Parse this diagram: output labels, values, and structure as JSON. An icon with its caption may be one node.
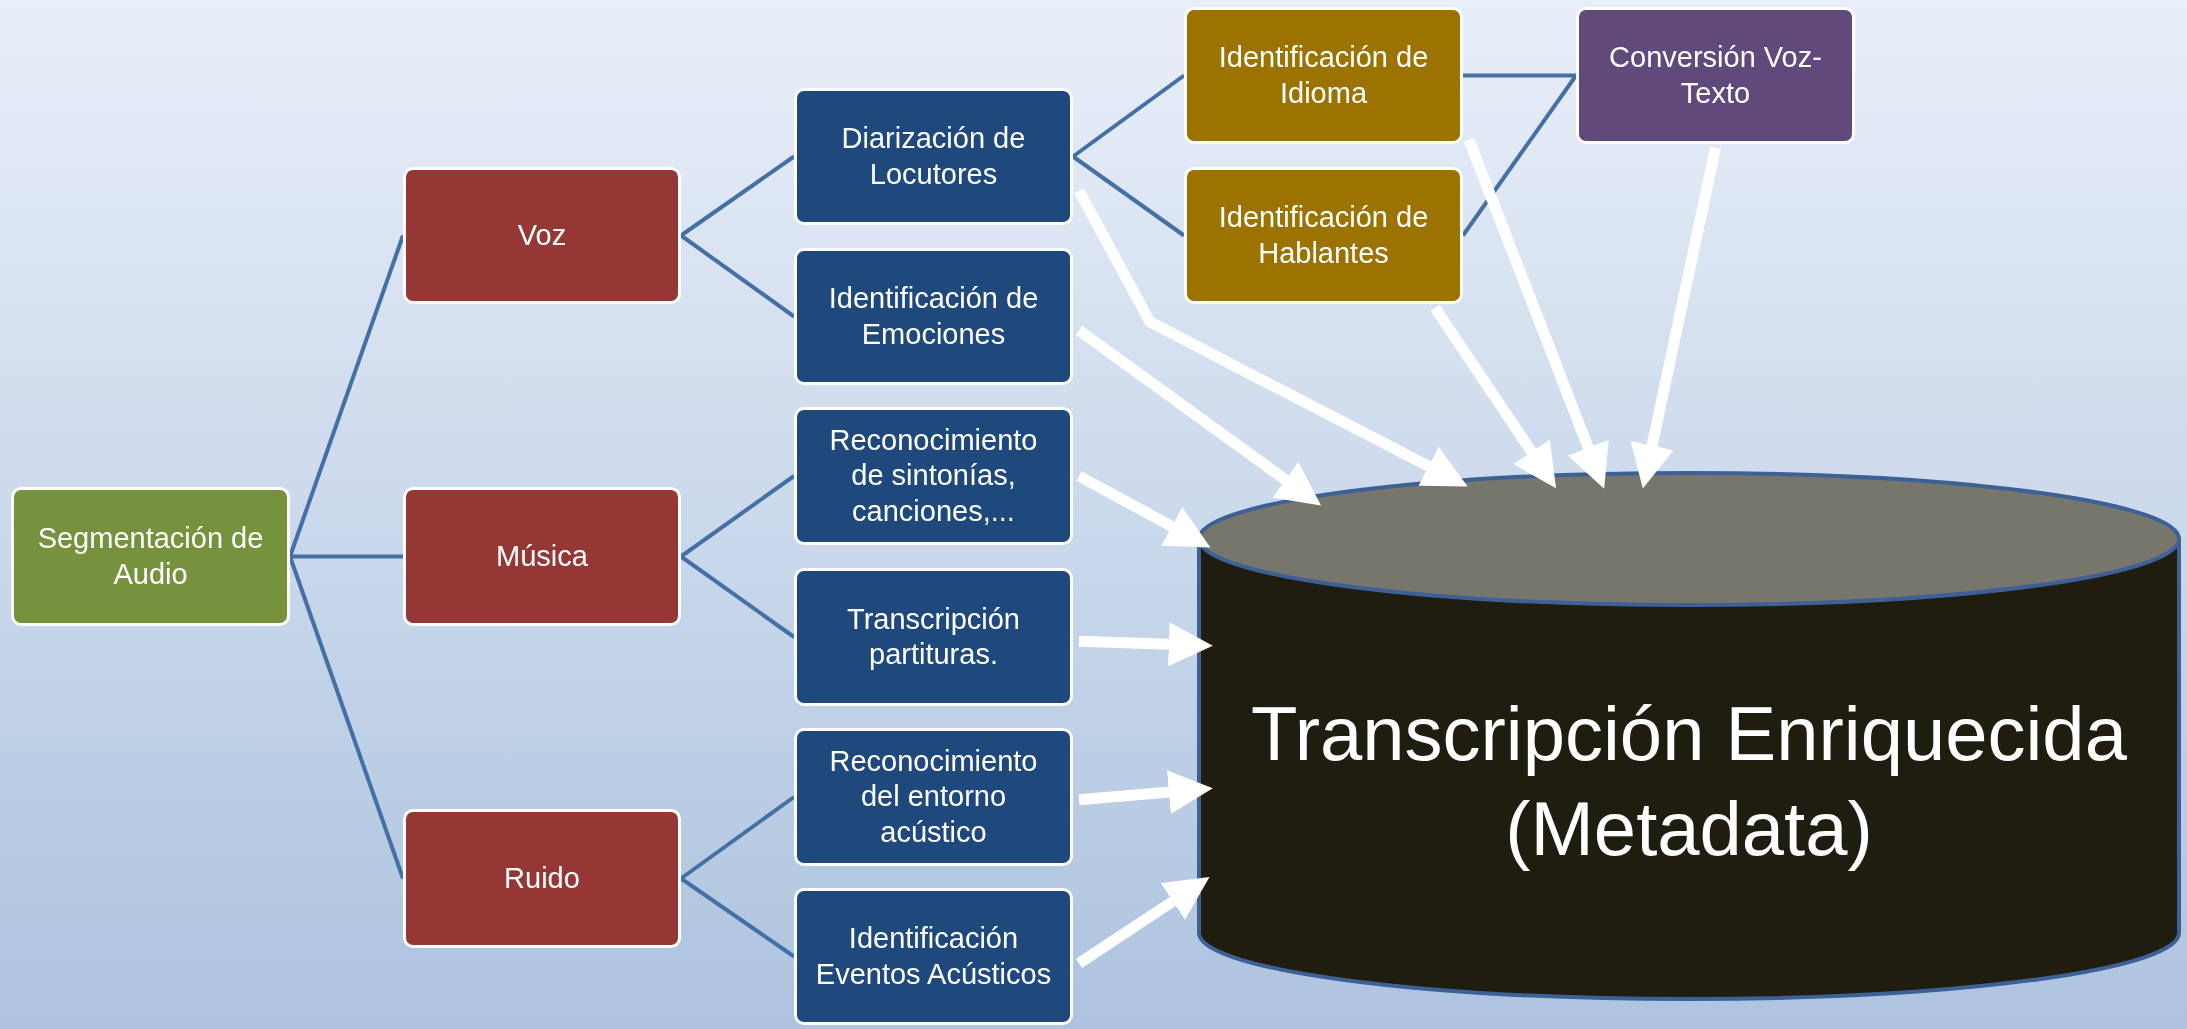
{
  "diagram": {
    "nodes": [
      {
        "text": [
          "Segmentación de Audio"
        ]
      },
      {
        "text": [
          "Voz"
        ]
      },
      {
        "text": [
          "Música"
        ]
      },
      {
        "text": [
          "Ruido"
        ]
      },
      {
        "text": [
          "Diarización de Locutores"
        ]
      },
      {
        "text": [
          "Identificación de Emociones"
        ]
      },
      {
        "text": [
          "Reconocimiento de sintonías, canciones,..."
        ]
      },
      {
        "text": [
          "Transcripción partituras."
        ]
      },
      {
        "text": [
          "Reconocimiento del entorno acústico"
        ]
      },
      {
        "text": [
          "Identificación Eventos Acústicos"
        ]
      },
      {
        "text": [
          "Identificación de Idioma"
        ]
      },
      {
        "text": [
          "Identificación de Hablantes"
        ]
      },
      {
        "text": [
          "Conversión Voz-Texto"
        ]
      },
      {
        "text": [
          "Transcripción Enriquecida (Metadata)"
        ]
      }
    ],
    "edges": [
      {
        "from": 0,
        "to": 1,
        "arrow": "none"
      },
      {
        "from": 0,
        "to": 2,
        "arrow": "none"
      },
      {
        "from": 0,
        "to": 3,
        "arrow": "none"
      },
      {
        "from": 1,
        "to": 4,
        "arrow": "none"
      },
      {
        "from": 1,
        "to": 5,
        "arrow": "none"
      },
      {
        "from": 2,
        "to": 6,
        "arrow": "none"
      },
      {
        "from": 2,
        "to": 7,
        "arrow": "none"
      },
      {
        "from": 3,
        "to": 8,
        "arrow": "none"
      },
      {
        "from": 3,
        "to": 9,
        "arrow": "none"
      },
      {
        "from": 4,
        "to": 10,
        "arrow": "none"
      },
      {
        "from": 4,
        "to": 11,
        "arrow": "none"
      },
      {
        "from": 10,
        "to": 12,
        "arrow": "none"
      },
      {
        "from": 11,
        "to": 12,
        "arrow": "none"
      },
      {
        "from": 4,
        "to": 13,
        "arrow": "to",
        "style": "thick",
        "color": "#ffffff"
      },
      {
        "from": 5,
        "to": 13,
        "arrow": "to",
        "style": "thick",
        "color": "#ffffff"
      },
      {
        "from": 6,
        "to": 13,
        "arrow": "to",
        "style": "thick",
        "color": "#ffffff"
      },
      {
        "from": 7,
        "to": 13,
        "arrow": "to",
        "style": "thick",
        "color": "#ffffff"
      },
      {
        "from": 8,
        "to": 13,
        "arrow": "to",
        "style": "thick",
        "color": "#ffffff"
      },
      {
        "from": 9,
        "to": 13,
        "arrow": "to",
        "style": "thick",
        "color": "#ffffff"
      },
      {
        "from": 10,
        "to": 13,
        "arrow": "to",
        "style": "thick",
        "color": "#ffffff"
      },
      {
        "from": 11,
        "to": 13,
        "arrow": "to",
        "style": "thick",
        "color": "#ffffff"
      },
      {
        "from": 12,
        "to": 13,
        "arrow": "to",
        "style": "thick",
        "color": "#ffffff"
      }
    ]
  }
}
